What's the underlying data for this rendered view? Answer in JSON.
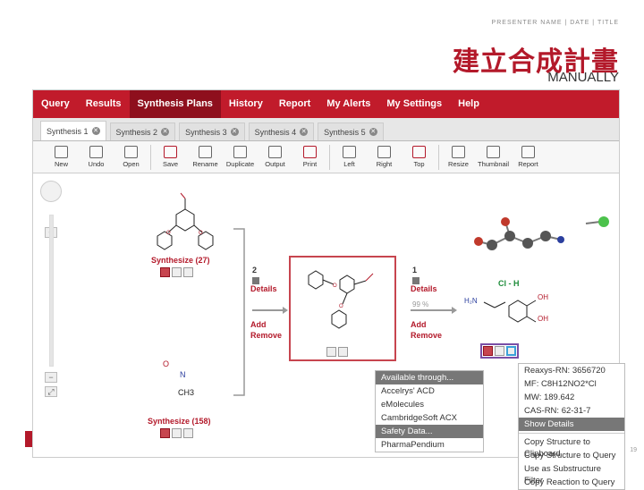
{
  "slide": {
    "header_small": "PRESENTER NAME | DATE | TITLE",
    "title": "建立合成計畫",
    "subtitle": "MANUALLY",
    "page_number": "19"
  },
  "menu": [
    "Query",
    "Results",
    "Synthesis Plans",
    "History",
    "Report",
    "My Alerts",
    "My Settings",
    "Help"
  ],
  "tabs": [
    "Synthesis 1",
    "Synthesis 2",
    "Synthesis 3",
    "Synthesis 4",
    "Synthesis 5"
  ],
  "toolbar": [
    "New",
    "Undo",
    "Open",
    "Save",
    "Rename",
    "Duplicate",
    "Output",
    "Print",
    "Left",
    "Right",
    "Top",
    "Resize",
    "Thumbnail",
    "Report"
  ],
  "plan": {
    "synth_top": "Synthesize (27)",
    "synth_bottom": "Synthesize (158)",
    "step_left_num": "2",
    "step_right_num": "1",
    "details": "Details",
    "add": "Add",
    "remove": "Remove",
    "yield": "99 %",
    "hcl_label": "Cl - H",
    "nh2": "H₂N",
    "oh": "OH",
    "ch3": "CH3",
    "nitro_n": "N",
    "nitro_o": "O"
  },
  "availability_menu": [
    "Available through...",
    "Accelrys' ACD",
    "eMolecules",
    "CambridgeSoft ACX",
    "Safety Data...",
    "PharmaPendium"
  ],
  "context_menu": [
    "Reaxys-RN: 3656720",
    "MF: C8H12NO2*Cl",
    "MW: 189.642",
    "CAS-RN: 62-31-7",
    "Show Details",
    "Copy Structure to Clipboard",
    "Copy Structure to Query",
    "Use as Substructure Filter",
    "Copy Reaction to Query"
  ],
  "colors": {
    "accent": "#c11b2b",
    "accent_dark": "#8e0f1d"
  }
}
